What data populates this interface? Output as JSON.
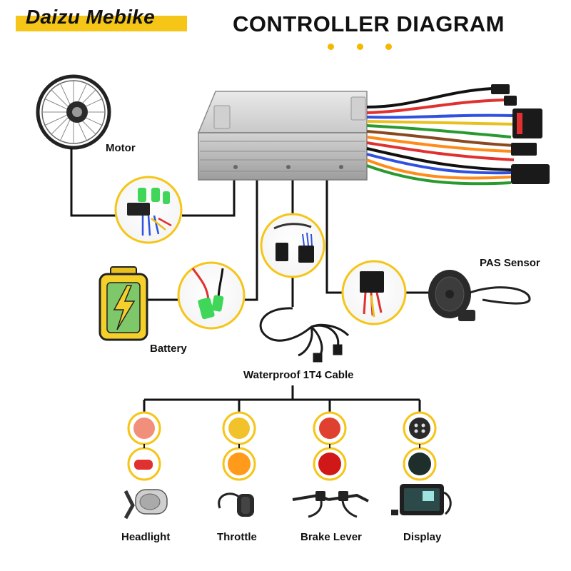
{
  "header": {
    "brand": "Daizu Mebike",
    "title": "CONTROLLER DIAGRAM"
  },
  "components": {
    "motor": "Motor",
    "battery": "Battery",
    "pas_sensor": "PAS Sensor",
    "cable": "Waterproof 1T4 Cable"
  },
  "accessories": [
    {
      "label": "Headlight"
    },
    {
      "label": "Throttle"
    },
    {
      "label": "Brake Lever"
    },
    {
      "label": "Display"
    }
  ],
  "colors": {
    "accent_yellow": "#f5c518",
    "connector_green": "#3fd65a",
    "wire_black": "#111111",
    "controller_gray": "#b8b8b8"
  }
}
